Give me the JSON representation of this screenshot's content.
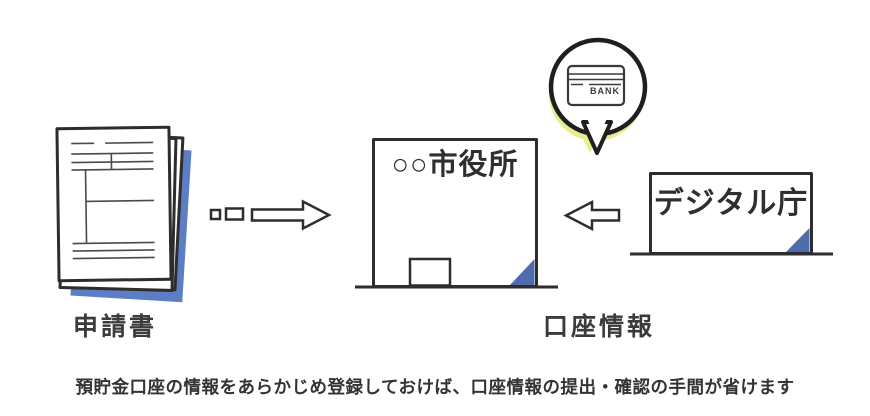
{
  "labels": {
    "application_form": "申請書",
    "account_info": "口座情報"
  },
  "buildings": {
    "city_hall": "○○市役所",
    "digital_agency": "デジタル庁"
  },
  "speech_bubble": {
    "card_label": "BANK"
  },
  "caption": "預貯金口座の情報をあらかじめ登録しておけば、口座情報の提出・確認の手間が省けます",
  "colors": {
    "outline": "#2d2d2d",
    "accent_blue": "#4e6cab",
    "shadow_blue": "#5d7ec5",
    "shadow_yellow": "#e9ec8d",
    "text": "#333333",
    "background": "#ffffff"
  }
}
